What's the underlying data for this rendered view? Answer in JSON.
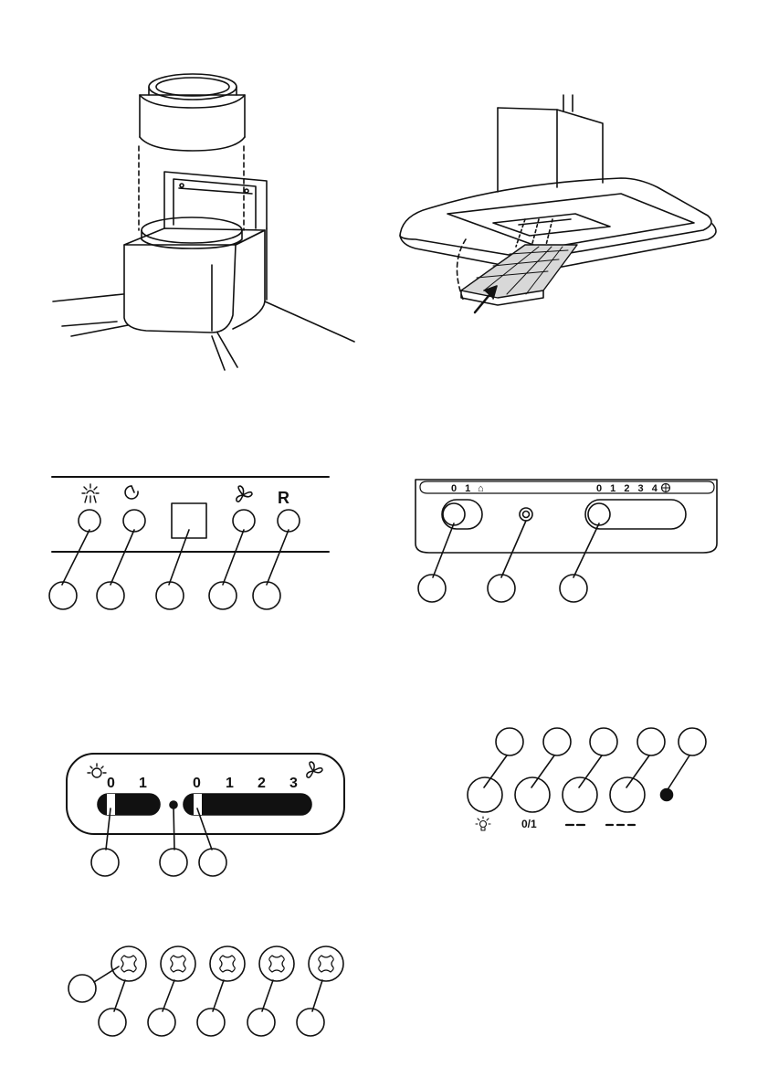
{
  "panel_b": {
    "scale_light": "0 1",
    "scale_fan": "0 1 2 3 4"
  },
  "panel_c": {
    "light_0": "0",
    "light_1": "1",
    "fan_0": "0",
    "fan_1": "1",
    "fan_2": "2",
    "fan_3": "3"
  },
  "panel_d": {
    "label_onoff": "0/1"
  },
  "panel_a": {
    "reset_label": "R"
  },
  "colors": {
    "ink": "#111111",
    "paper": "#ffffff",
    "filter_fill": "#d8d8d8"
  }
}
